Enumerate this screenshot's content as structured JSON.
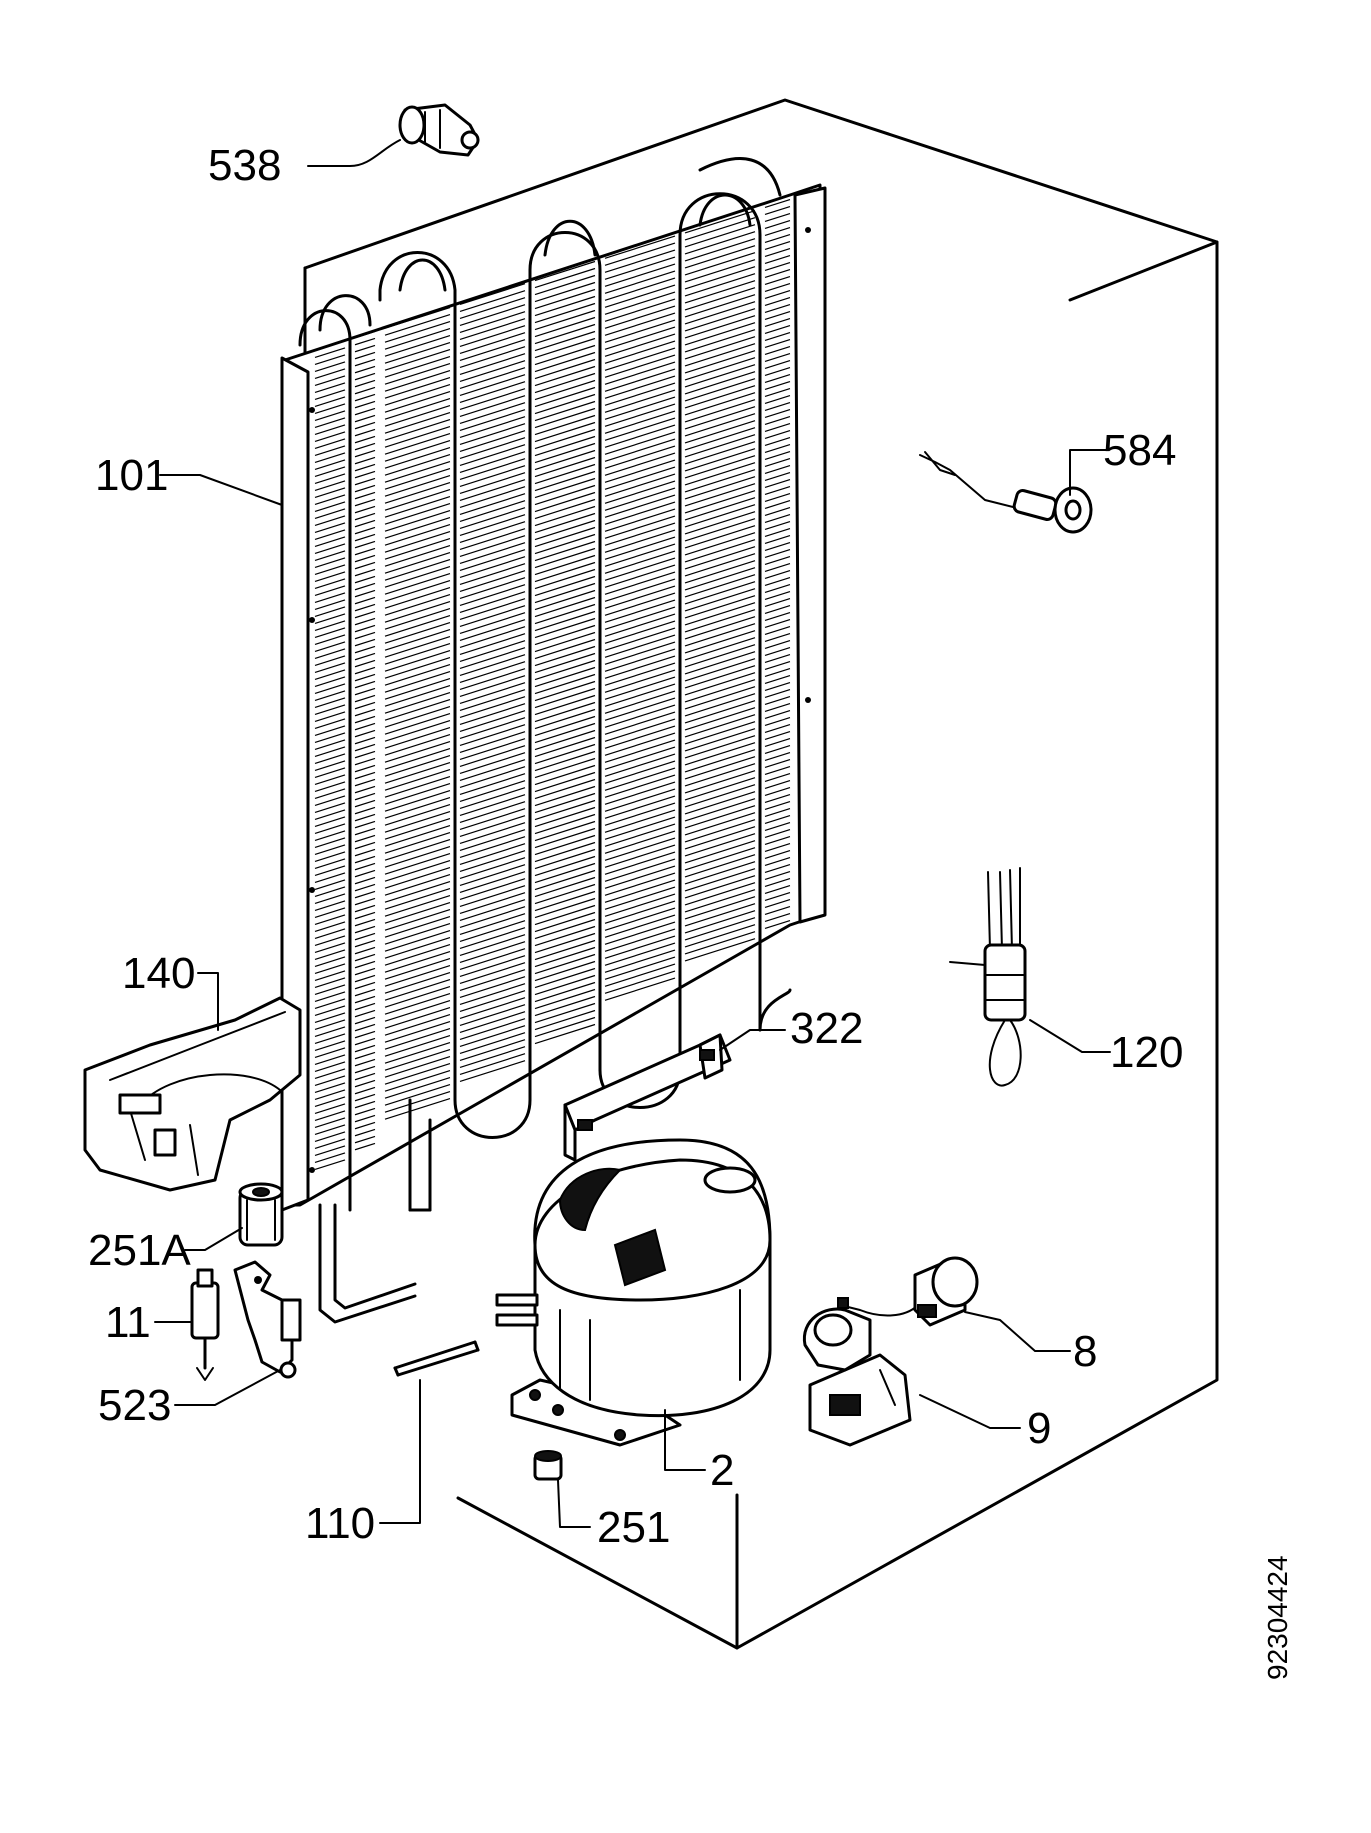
{
  "diagram": {
    "document_number": "92304424",
    "callouts": {
      "c538": "538",
      "c101": "101",
      "c584": "584",
      "c140": "140",
      "c322": "322",
      "c120": "120",
      "c251A": "251A",
      "c11": "11",
      "c523": "523",
      "c8": "8",
      "c9": "9",
      "c2": "2",
      "c110": "110",
      "c251": "251"
    }
  }
}
